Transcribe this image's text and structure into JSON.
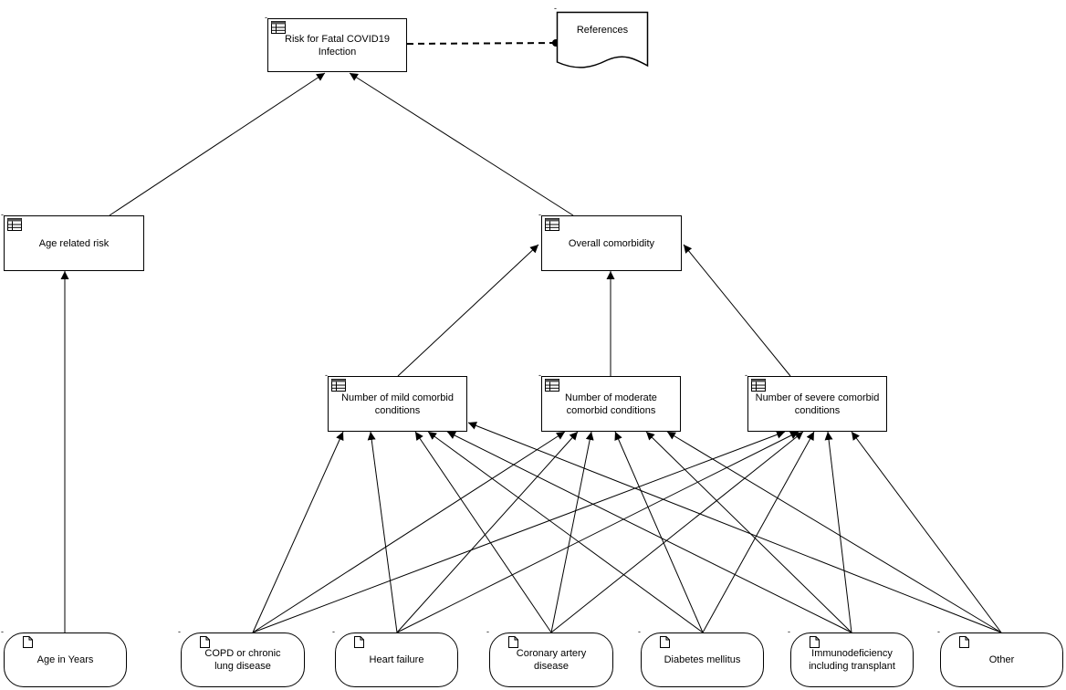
{
  "nodes": {
    "risk": "Risk for Fatal COVID19 Infection",
    "references": "References",
    "age_risk": "Age related risk",
    "overall": "Overall comorbidity",
    "mild": "Number of mild comorbid conditions",
    "moderate": "Number of moderate comorbid conditions",
    "severe": "Number of severe comorbid conditions",
    "age_years": "Age in Years",
    "copd": "COPD or chronic lung disease",
    "heart": "Heart failure",
    "coronary": "Coronary artery disease",
    "diabetes": "Diabetes mellitus",
    "immuno": "Immunodeficiency including transplant",
    "other": "Other"
  },
  "tick_mark": "-",
  "edges": [
    [
      "age_risk",
      "risk"
    ],
    [
      "overall",
      "risk"
    ],
    [
      "age_years",
      "age_risk"
    ],
    [
      "mild",
      "overall"
    ],
    [
      "moderate",
      "overall"
    ],
    [
      "severe",
      "overall"
    ],
    [
      "copd",
      "mild"
    ],
    [
      "copd",
      "moderate"
    ],
    [
      "copd",
      "severe"
    ],
    [
      "heart",
      "mild"
    ],
    [
      "heart",
      "moderate"
    ],
    [
      "heart",
      "severe"
    ],
    [
      "coronary",
      "mild"
    ],
    [
      "coronary",
      "moderate"
    ],
    [
      "coronary",
      "severe"
    ],
    [
      "diabetes",
      "mild"
    ],
    [
      "diabetes",
      "moderate"
    ],
    [
      "diabetes",
      "severe"
    ],
    [
      "immuno",
      "mild"
    ],
    [
      "immuno",
      "moderate"
    ],
    [
      "immuno",
      "severe"
    ],
    [
      "other",
      "mild"
    ],
    [
      "other",
      "moderate"
    ],
    [
      "other",
      "severe"
    ]
  ],
  "association": [
    "risk",
    "references"
  ],
  "colors": {
    "line": "#000000",
    "fill": "#ffffff"
  },
  "icons": {
    "table_node": "table-icon",
    "leaf_node": "document-icon"
  }
}
